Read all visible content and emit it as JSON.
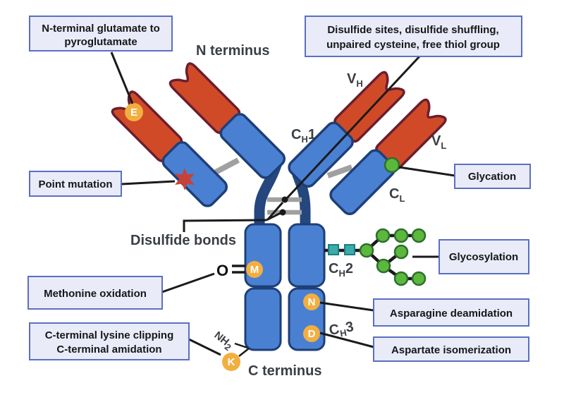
{
  "diagram": {
    "colors": {
      "variable_domain": "#d14a28",
      "variable_stroke": "#6b1e2e",
      "constant_domain": "#4a80d2",
      "constant_stroke": "#1e3f77",
      "hinge": "#24477e",
      "disulfide_gray": "#a0a0a0",
      "glycan_green": "#5cb83c",
      "glycan_green_stroke": "#2d6e2d",
      "teal_square": "#3aacac",
      "teal_stroke": "#1f7d7d",
      "residue_orange": "#f2af40",
      "mutation_red": "#c8403a",
      "box_fill": "#e9ecf8",
      "box_border": "#5b6fc2",
      "text_dark": "#3a3f45",
      "connector_black": "#1a1a1a"
    },
    "callouts": {
      "n_terminal": {
        "line1": "N-terminal glutamate to",
        "line2": "pyroglutamate"
      },
      "disulfide_sites": {
        "line1": "Disulfide sites, disulfide shuffling,",
        "line2": "unpaired cysteine, free thiol group"
      },
      "point_mutation": {
        "line1": "Point mutation"
      },
      "glycation": {
        "line1": "Glycation"
      },
      "glycosylation": {
        "line1": "Glycosylation"
      },
      "methonine_oxidation": {
        "line1": "Methonine oxidation"
      },
      "c_terminal": {
        "line1": "C-terminal lysine clipping",
        "line2": "C-terminal amidation"
      },
      "asparagine_deamidation": {
        "line1": "Asparagine deamidation"
      },
      "aspartate_isomerization": {
        "line1": "Aspartate isomerization"
      }
    },
    "structure_labels": {
      "n_terminus": "N terminus",
      "c_terminus": "C terminus",
      "disulfide_bonds": "Disulfide bonds",
      "vh": {
        "main": "V",
        "sub": "H"
      },
      "vl": {
        "main": "V",
        "sub": "L"
      },
      "cl": {
        "main": "C",
        "sub": "L"
      },
      "ch1": {
        "main": "C",
        "sub": "H",
        "num": "1"
      },
      "ch2": {
        "main": "C",
        "sub": "H",
        "num": "2"
      },
      "ch3": {
        "main": "C",
        "sub": "H",
        "num": "3"
      },
      "nh2": {
        "main": "NH",
        "sub": "2"
      }
    },
    "residues": {
      "glutamate": "E",
      "methionine": "M",
      "asparagine": "N",
      "aspartate": "D",
      "lysine": "K"
    },
    "oxygen_symbol": "O"
  }
}
